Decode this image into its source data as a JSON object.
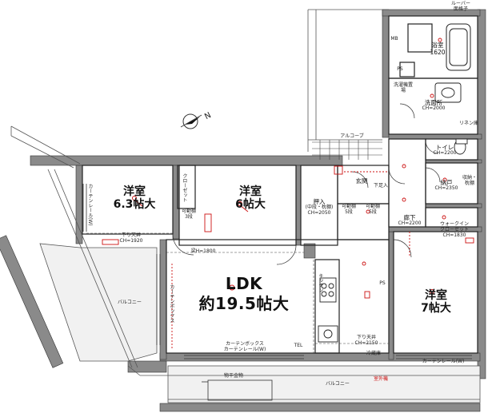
{
  "compass": {
    "north": "N"
  },
  "rooms": {
    "western_left": {
      "name": "洋室",
      "size": "6.3帖大"
    },
    "western_middle": {
      "name": "洋室",
      "size": "6帖大"
    },
    "western_right": {
      "name": "洋室",
      "size": "7帖大"
    },
    "ldk": {
      "name": "LDK",
      "size": "約19.5帖大"
    },
    "bath": {
      "name": "浴室",
      "size": "1620"
    },
    "washroom": {
      "name": "洗面所",
      "ceiling": "CH=2000"
    },
    "toilet": {
      "name": "トイレ",
      "ceiling": "CH=2200"
    },
    "storage": {
      "name": "納戸",
      "ceiling": "CH=2350"
    },
    "entrance": {
      "name": "玄関"
    },
    "hallway": {
      "name": "廊下",
      "ceiling": "CH=2200"
    },
    "closet_mid": {
      "name": "押入",
      "sub": "(中段・枕棚)",
      "ceiling": "CH=2050"
    },
    "walkin": {
      "name": "ウォークイン",
      "sub": "クローゼット",
      "ceiling": "CH=1830"
    },
    "alcove": {
      "name": "アルコーブ"
    },
    "balcony_left": {
      "name": "バルコニー"
    },
    "balcony_bottom": {
      "name": "バルコニー"
    }
  },
  "labels": {
    "mb": "MB",
    "ps_top": "PS",
    "ps_bottom": "PS",
    "louver": "ルーバー",
    "louver_grille": "面格子",
    "closet_label": "クローゼット",
    "movable_shelf": "可動棚",
    "shelf_3": "3段",
    "shelf_5": "5段",
    "lower_ceiling_left": "下り天井",
    "lower_ceiling_left_ch": "CH=1920",
    "lower_ceiling_right": "下り天井",
    "lower_ceiling_right_ch": "CH=2150",
    "curtain_rail_left": "カーテンレール(W)",
    "curtain_box": "カーテンボックス",
    "curtain_rail_ldk": "カーテンレール(W)",
    "curtain_rail_right": "カーテンレール(W)",
    "curtain_box_ldk": "カーテンボックス",
    "beam": "梁H=1800",
    "tel": "TEL",
    "kitchen": "キッチン",
    "refrigerator": "冷蔵庫",
    "outdoor_unit": "室外機",
    "storage_shelf": "収納・枕棚",
    "dresser": "リネン庫",
    "shoe_box": "下足入",
    "laundry": "洗濯機置場",
    "balcony_object": "物干金物"
  }
}
